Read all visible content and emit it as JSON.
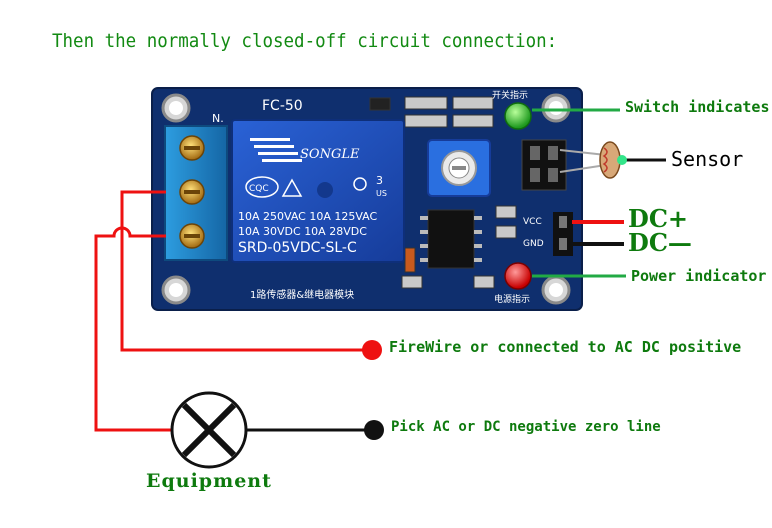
{
  "title": "Then the normally closed-off circuit connection:",
  "board": {
    "model": "FC-50",
    "relay_brand": "SONGLE",
    "relay_cqc": "CQC",
    "relay_ratings_1": "10A 250VAC  10A 125VAC",
    "relay_ratings_2": "10A  30VDC  10A  28VDC",
    "relay_model": "SRD-05VDC-SL-C",
    "relay_us": "US",
    "relay_num": "3",
    "silk_bottom": "1路传感器&继电器模块",
    "silk_n": "N.",
    "silk_vcc": "VCC",
    "silk_gnd": "GND",
    "silk_power": "电源指示",
    "silk_switch": "开关指示"
  },
  "labels": {
    "switch_indicates": "Switch indicates",
    "sensor": "Sensor",
    "dc_plus": "DC+",
    "dc_minus": "DC—",
    "power_indicator": "Power indicator",
    "firewire": "FireWire or connected to AC DC positive",
    "negative": "Pick AC or DC negative zero line",
    "equipment": "Equipment"
  },
  "colors": {
    "wire_red": "#ee1111",
    "wire_black": "#111111",
    "wire_green": "#22aa44",
    "pcb": "#0f2f6e",
    "relay": "#1f4fbf",
    "terminal": "#1d7fc2",
    "label_green": "#0e7a0e"
  }
}
